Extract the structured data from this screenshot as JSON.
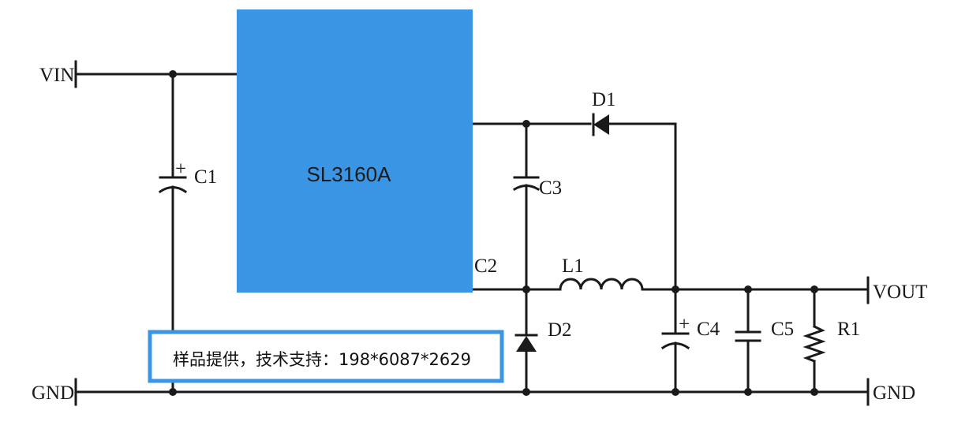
{
  "chip": {
    "label": "SL3160A",
    "fill_color": "#3A96E4"
  },
  "labels": {
    "vin": "VIN",
    "gnd_left": "GND",
    "vout": "VOUT",
    "gnd_right": "GND",
    "c1": "C1",
    "c2": "C2",
    "c3": "C3",
    "c4": "C4",
    "c5": "C5",
    "d1": "D1",
    "d2": "D2",
    "l1": "L1",
    "r1": "R1"
  },
  "polarity_mark": "+",
  "note": {
    "text": "样品提供，技术支持：198*6087*2629",
    "border_color": "#3A96E4"
  }
}
